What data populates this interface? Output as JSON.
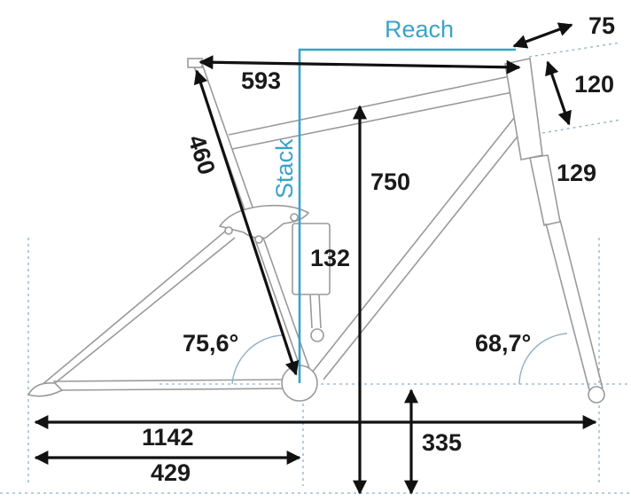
{
  "labels": {
    "reach": "Reach",
    "stack": "Stack",
    "top_tube": "593",
    "head_offset": "75",
    "head_tube": "120",
    "fork_travel": "129",
    "seat_tube": "460",
    "stack_height": "750",
    "shock_travel": "132",
    "seat_angle": "75,6°",
    "head_angle": "68,7°",
    "wheelbase": "1142",
    "chainstay": "429",
    "bb_height": "335"
  },
  "colors": {
    "frame": "#9a9a9a",
    "dimension": "#111111",
    "accent": "#3aa3c8",
    "guide": "#8fb0c8"
  }
}
